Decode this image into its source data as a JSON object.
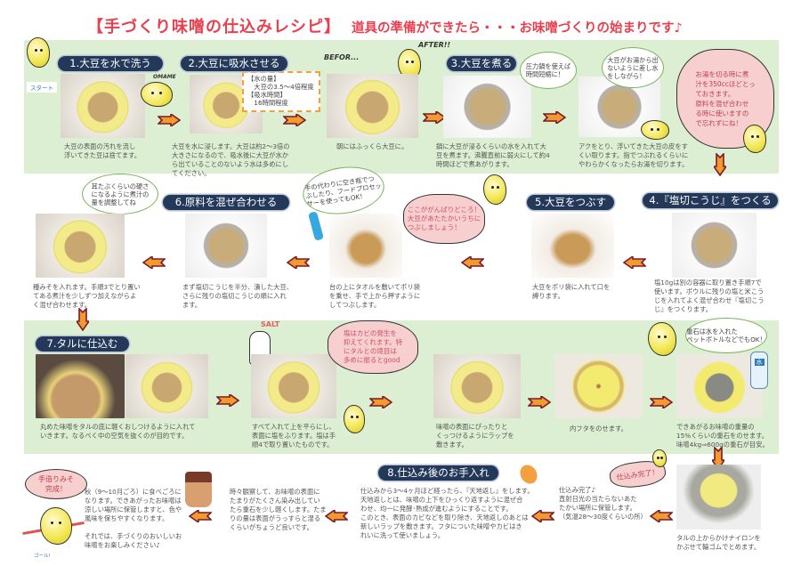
{
  "title": "【手づくり味噌の仕込みレシピ】",
  "subtitle": "道具の準備ができたら・・・お味噌づくりの始まりです♪",
  "start_label": "スタート",
  "omame_label": "OMAME",
  "colors": {
    "title": "#e8404f",
    "band": "#dcefd2",
    "pill": "#24395a",
    "arrow": "#f29a2e",
    "cloud": "#f7cfcf"
  },
  "s1": {
    "label": "1.大豆を水で洗う",
    "text": "大豆の表面の汚れを流し\n浮いてきた豆は捨てます。"
  },
  "s2": {
    "label": "2.大豆に吸水させる",
    "text": "大豆を水に浸します。大豆は約2～3倍の\n大きさになるので、吸水後に大豆が水か\nら出ていることのないよう水は多めにし\nてください。",
    "note": "【水の量】\n　大豆の3.5～4倍程度\n【吸水時間】\n　16時間程度"
  },
  "s2b": {
    "before": "BEFOR...",
    "after": "AFTER!!",
    "text": "朝にはふっくら大豆に。"
  },
  "s3": {
    "label": "3.大豆を煮る",
    "text": "鍋に大豆が浸るくらいの水を入れて大\n豆を煮ます。沸騰直前に弱火にして約4\n時間ほどで煮あがります。",
    "bubble": "圧力鍋を使えば\n時間短縮に！"
  },
  "s3b": {
    "bubble": "大豆がお湯から出\nないように差し水\nをしながら！",
    "text": "アクをとり、浮いてきた大豆の皮をす\nくい取ります。指でつぶれるくらいに\nやわらかくなったらお湯を切ります。",
    "cloud": "お湯を切る時に煮\n汁を350ccほどとっ\nておきます。\n原料を混ぜ合わせ\nる時に使いますの\nで忘れずにね！"
  },
  "s4": {
    "label": "4.『塩切こうじ』をつくる",
    "text": "塩10gは別の容器に取り置き手順7で\n使います。ボウルに残りの塩と米こう\nじを入れてよく混ぜ合わせ『塩切こう\nじ』をつくります。"
  },
  "s5": {
    "label": "5.大豆をつぶす",
    "text": "大豆をポリ袋に入れて口を\n縛ります。",
    "cloud": "ここががんばりどころ！\n大豆があたたかいうちに\nつぶしましょう！"
  },
  "s5b": {
    "bubble": "手の代わりに空き瓶でつ\nぶしたり、フードプロセッ\nサーを使ってもOK！",
    "text": "台の上にタオルを敷いてポリ袋\nを乗せ、手で上から押すように\nしてつぶします。"
  },
  "s6": {
    "label": "6.原料を混ぜ合わせる",
    "text": "まず塩切こうじを半分、潰した大豆、\nさらに残りの塩切こうじの順に入れ\nます。"
  },
  "s6b": {
    "bubble": "耳たぶくらいの硬さ\nになるように煮汁の\n量を調整してね",
    "text": "種みそを入れます。手順3でとり置い\nてある煮汁を少しずつ加えながらよ\nく混ぜ合わせます。"
  },
  "s7": {
    "label": "7.タルに仕込む",
    "text": "丸めた味噌をタルの底に軽くおしつけるように入れて\nいきます。なるべく中の空気を抜くのが目的です。"
  },
  "s7b": {
    "salt": "SALT",
    "text": "すべて入れて上を平らにし、\n表面に塩をふります。塩は手\n順4で取り置いたものです。",
    "cloud": "塩はカビの発生を\n抑えてくれます。特\nにタルとの境目は\n多めに振るとgood"
  },
  "s7c": {
    "text": "味噌の表面にぴったりと\nくっつけるようにラップを\n敷きます。"
  },
  "s7d": {
    "text": "内フタをのせます。"
  },
  "s7e": {
    "text": "できあがるお味噌の重量の\n15%くらいの重石をのせます。\n味噌4kg⇒600gの重石が目安。",
    "bubble": "重石は水を入れた\nペットボトルなどでもOK！",
    "bottle_label": "水"
  },
  "s7f": {
    "text": "タルの上からかけナイロンを\nかぶせて輪ゴムでとめます。",
    "bubble": "仕込み完了！"
  },
  "s8a": {
    "text": "仕込み完了♪\n直射日光の当たらないあた\nたかい場所に保管します。\n（気温28～30度くらいの所）"
  },
  "s8": {
    "label": "8.仕込み後のお手入れ",
    "text": "仕込みから3～4ヶ月ほど経ったら、『天地返し』をします。\n天地返しとは、味噌の上下をひっくり返すように混ぜ合\nわせ、均一に発酵･熟成が進むようにすることです。\nこのとき、表面のカビなどを取り除き、天地返しのあとは\n新しいラップを敷きます。フタについた味噌やカビはき\nれいに洗って使いましょう。"
  },
  "s8b": {
    "text": "時々観察して、お味噌の表面に\nたまりがたくさん染み出してい\nたら重石を少し軽くします。たま\nりの量は表面がうっすらと湿る\nくらいがちょうど良いです。"
  },
  "finish": {
    "bubble": "手造りみそ\n完成！",
    "text": "秋（9～10月ごろ）に食べごろに\nなります。できあがったお味噌は\n涼しい場所に保管しますと、色や\n風味を保ちやすくなります。\n\nそれでは、手づくりのおいしいお\n味噌をお楽しみください♪",
    "goal": "ゴール!"
  }
}
